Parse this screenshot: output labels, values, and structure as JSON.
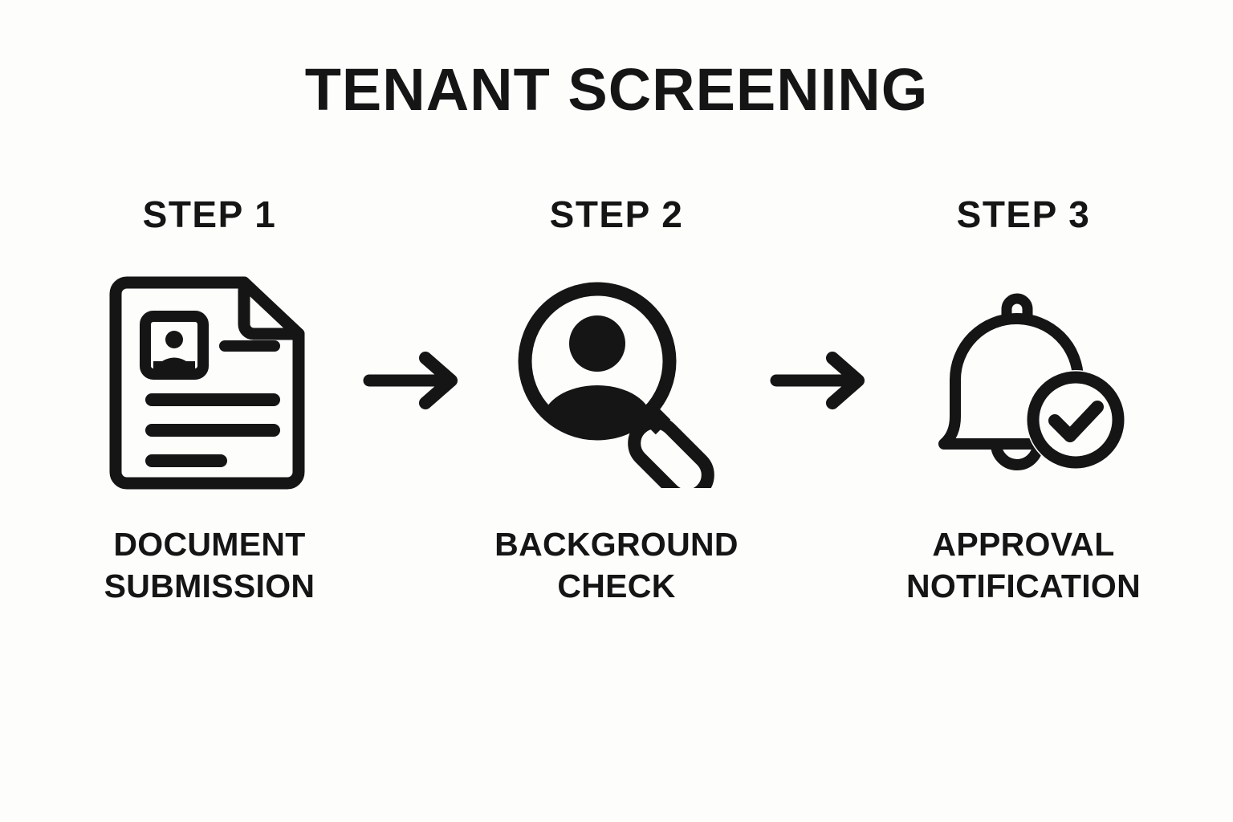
{
  "page": {
    "title": "TENANT SCREENING",
    "background_color": "#fdfdfb",
    "ink_color": "#151515"
  },
  "steps": [
    {
      "label": "STEP 1",
      "icon": "document-photo-lines-icon",
      "caption": "DOCUMENT\nSUBMISSION"
    },
    {
      "label": "STEP 2",
      "icon": "magnifier-person-icon",
      "caption": "BACKGROUND\nCHECK"
    },
    {
      "label": "STEP 3",
      "icon": "bell-check-icon",
      "caption": "APPROVAL\nNOTIFICATION"
    }
  ],
  "connectors": [
    {
      "icon": "arrow-right-icon"
    },
    {
      "icon": "arrow-right-icon"
    }
  ]
}
